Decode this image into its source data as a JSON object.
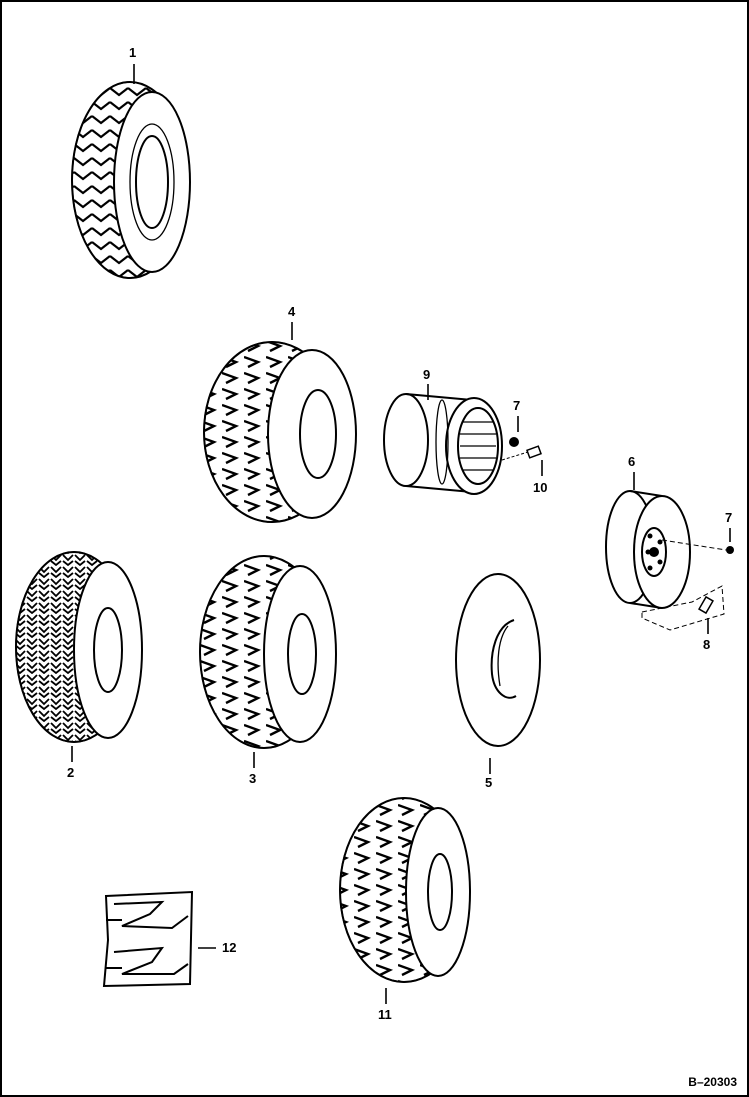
{
  "diagram": {
    "reference": "B–20303",
    "callouts": {
      "c1": "1",
      "c2": "2",
      "c3": "3",
      "c4": "4",
      "c5": "5",
      "c6": "6",
      "c7a": "7",
      "c7b": "7",
      "c8": "8",
      "c9": "9",
      "c10": "10",
      "c11": "11",
      "c12": "12"
    },
    "parts": {
      "p1": "tire-1",
      "p2": "tire-2",
      "p3": "tire-3",
      "p4": "tire-4",
      "p5": "inner-tube",
      "p6": "wheel-rim",
      "p9": "split-wheel-rim",
      "p11": "tire-11",
      "p12": "tread-section"
    }
  }
}
